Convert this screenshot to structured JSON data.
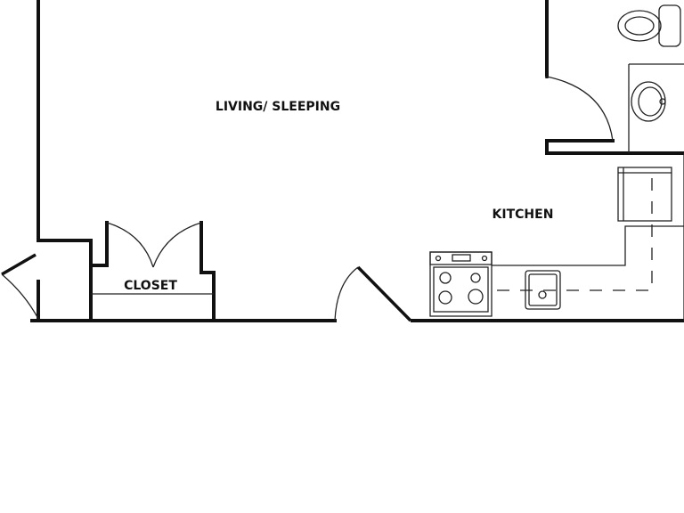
{
  "rooms": {
    "living_sleeping": "LIVING/ SLEEPING",
    "kitchen": "KITCHEN",
    "closet": "CLOSET"
  },
  "fixtures": [
    "toilet",
    "bathroom-sink",
    "refrigerator",
    "range-stove",
    "kitchen-sink",
    "dashed-counter-overhead"
  ],
  "colors": {
    "wall": "#111111",
    "background": "#ffffff"
  }
}
